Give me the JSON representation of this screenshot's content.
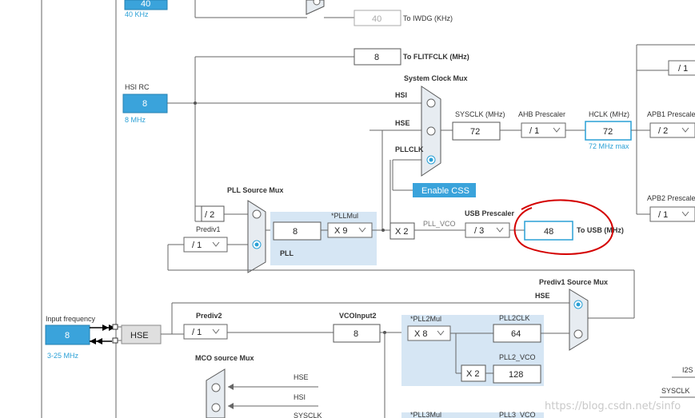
{
  "labels": {
    "hsi_khz": "40",
    "hsi_khz_sub": "40 KHz",
    "iwdg_val": "40",
    "iwdg_label": "To IWDG (KHz)",
    "flit_val": "8",
    "flit_label": "To FLITFCLK (MHz)",
    "hsi_rc": "HSI RC",
    "hsi_rc_val": "8",
    "hsi_rc_sub": "8 MHz",
    "sysmux": "System Clock Mux",
    "hsi": "HSI",
    "hse": "HSE",
    "pllclk": "PLLCLK",
    "sysclk_label": "SYSCLK (MHz)",
    "sysclk_val": "72",
    "ahb_label": "AHB Prescaler",
    "ahb_val": "/ 1",
    "hclk_label": "HCLK (MHz)",
    "hclk_val": "72",
    "hclk_max": "72 MHz max",
    "apb1_label": "APB1 Prescale",
    "apb1_val": "/ 2",
    "apb1_top": "/ 1",
    "apb2_label": "APB2 Prescale",
    "apb2_val": "/ 1",
    "enable_css": "Enable CSS",
    "pll_src_mux": "PLL Source Mux",
    "div2": "/ 2",
    "prediv1": "Prediv1",
    "prediv1_val": "/ 1",
    "pllmul_label": "*PLLMul",
    "pll_in": "8",
    "pllmul_val": "X 9",
    "pll": "PLL",
    "x2": "X 2",
    "pll_vco": "PLL_VCO",
    "usb_pre_label": "USB Prescaler",
    "usb_pre_val": "/ 3",
    "usb_val": "48",
    "usb_label": "To USB (MHz)",
    "prediv1_src_mux": "Prediv1 Source Mux",
    "hse2": "HSE",
    "input_freq": "Input frequency",
    "input_val": "8",
    "input_range": "3-25 MHz",
    "hse_block": "HSE",
    "prediv2": "Prediv2",
    "prediv2_val": "/ 1",
    "vcoinput2": "VCOInput2",
    "vcoinput2_val": "8",
    "pll2mul_label": "*PLL2Mul",
    "pll2mul_val": "X 8",
    "pll2clk_label": "PLL2CLK",
    "pll2clk_val": "64",
    "pll2vco_label": "PLL2_VCO",
    "pll2_x2": "X 2",
    "pll2vco_val": "128",
    "mco_mux": "MCO source Mux",
    "mco_hse": "HSE",
    "mco_hsi": "HSI",
    "mco_sysclk": "SYSCLK",
    "pll3mul": "*PLL3Mul",
    "pll3vco": "PLL3_VCO",
    "i2s": "I2S",
    "sysclk_out": "SYSCLK",
    "watermark": "https://blog.csdn.net/sinfo"
  },
  "colors": {
    "accent_blue": "#2aa0d6",
    "highlight_red": "#d40000",
    "panel_blue": "#d6e6f4"
  }
}
